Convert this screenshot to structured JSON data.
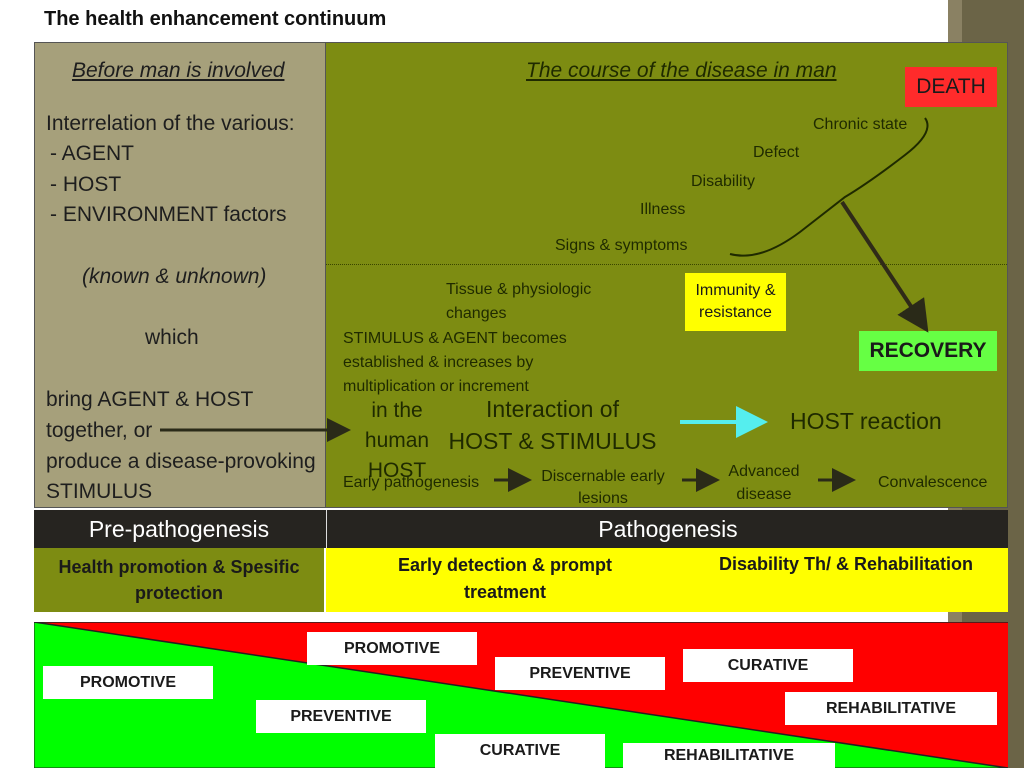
{
  "title": "The health enhancement continuum",
  "left_panel": {
    "heading": "Before man is involved",
    "intro": "Interrelation of the various:",
    "factors": [
      "- AGENT",
      "- HOST",
      "- ENVIRONMENT factors"
    ],
    "known": "(known & unknown)",
    "which": "which",
    "bring_lines": [
      "bring AGENT & HOST",
      "together, or",
      "produce a disease-provoking",
      "STIMULUS"
    ]
  },
  "right_panel": {
    "heading": "The course of the disease in man",
    "death": "DEATH",
    "stages": [
      "Chronic state",
      "Defect",
      "Disability",
      "Illness",
      "Signs & symptoms"
    ],
    "tissue": [
      "Tissue & physiologic",
      "changes"
    ],
    "immunity": [
      "Immunity &",
      "resistance"
    ],
    "recovery": "RECOVERY",
    "stimulus": [
      "STIMULUS & AGENT becomes",
      "established & increases by",
      "multiplication or increment"
    ],
    "in_host": [
      "in the",
      "human",
      "HOST"
    ],
    "interaction": [
      "Interaction of",
      "HOST & STIMULUS"
    ],
    "host_reaction": "HOST reaction",
    "timeline": [
      "Early pathogenesis",
      "Discernable early",
      "lesions",
      "Advanced",
      "disease",
      "Convalescence"
    ]
  },
  "phases": {
    "pre": "Pre-pathogenesis",
    "path": "Pathogenesis"
  },
  "levels": {
    "left": [
      "Health promotion & Spesific",
      "protection"
    ],
    "mid": [
      "Early detection & prompt",
      "treatment"
    ],
    "right": "Disability Th/ & Rehabilitation"
  },
  "bottom_labels": {
    "top_row": [
      "PROMOTIVE",
      "PREVENTIVE",
      "CURATIVE",
      "REHABILITATIVE"
    ],
    "bottom_row": [
      "PROMOTIVE",
      "PREVENTIVE",
      "CURATIVE",
      "REHABILITATIVE"
    ]
  },
  "colors": {
    "olive": "#7d8c12",
    "tan": "#a6a07b",
    "red": "#ff0000",
    "green": "#00ff00",
    "yellow": "#ffff00",
    "cyan": "#55eeee"
  }
}
